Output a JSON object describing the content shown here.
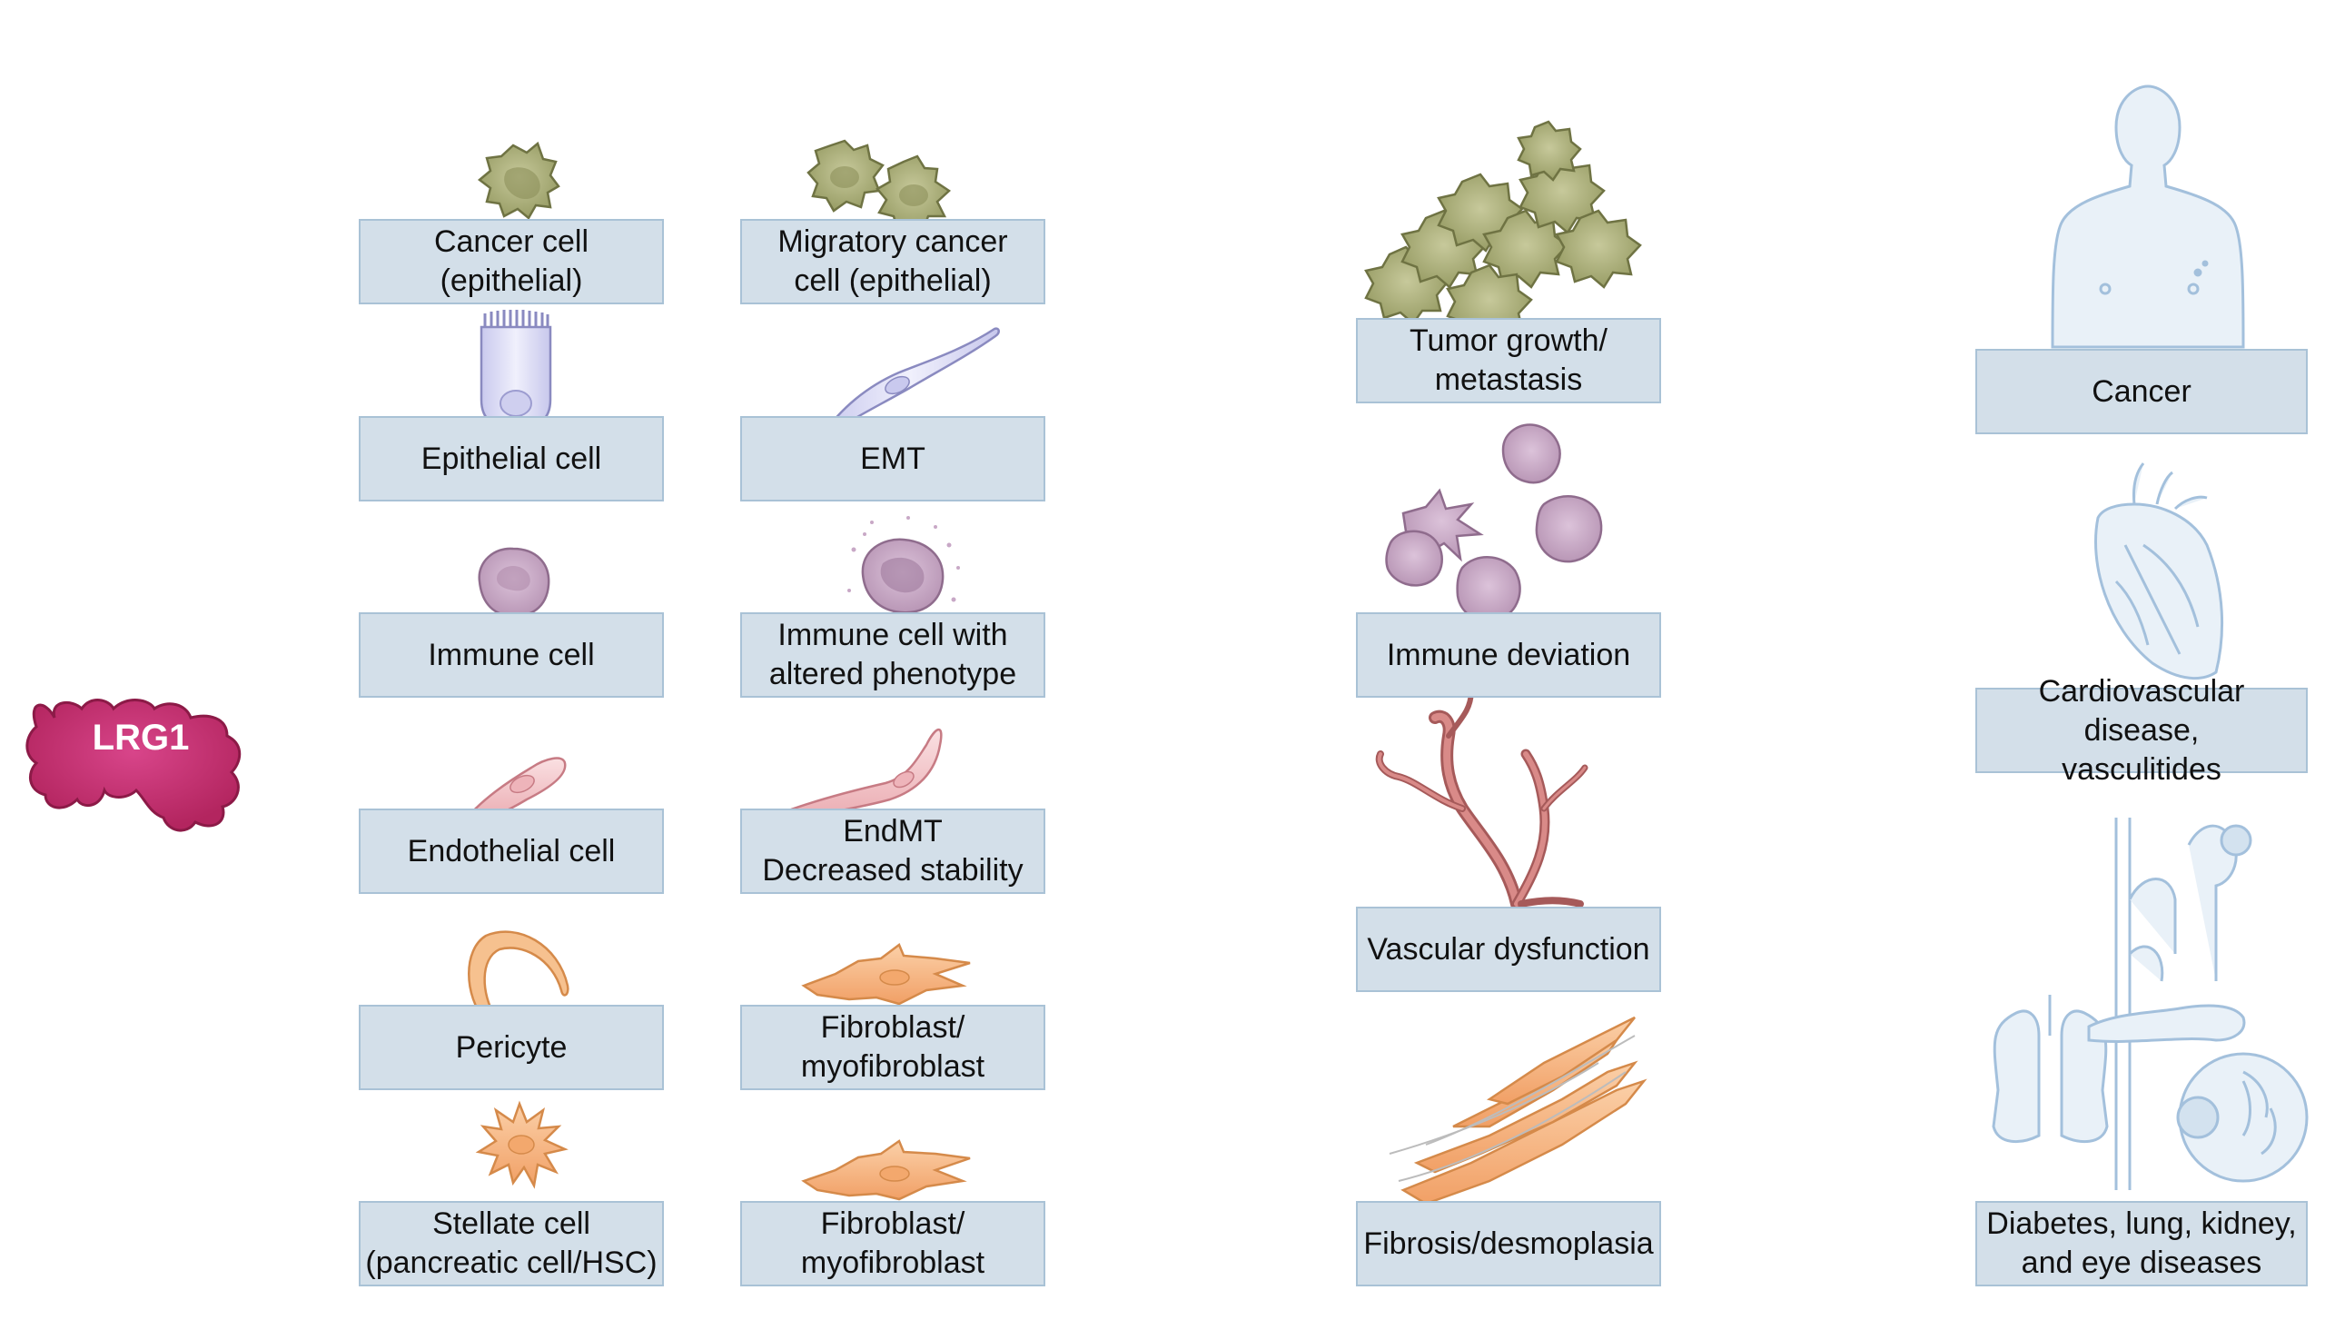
{
  "lrg1": {
    "label": "LRG1"
  },
  "column1": [
    {
      "label": "Cancer cell\n(epithelial)",
      "icon": "cancer-cell-icon"
    },
    {
      "label": "Epithelial cell",
      "icon": "epithelial-cell-icon"
    },
    {
      "label": "Immune cell",
      "icon": "immune-cell-icon"
    },
    {
      "label": "Endothelial cell",
      "icon": "endothelial-cell-icon"
    },
    {
      "label": "Pericyte",
      "icon": "pericyte-icon"
    },
    {
      "label": "Stellate cell\n(pancreatic cell/HSC)",
      "icon": "stellate-cell-icon"
    }
  ],
  "column2": [
    {
      "label": "Migratory cancer\ncell (epithelial)",
      "icon": "migratory-cancer-cells-icon"
    },
    {
      "label": "EMT",
      "icon": "emt-cell-icon"
    },
    {
      "label": "Immune cell with\naltered phenotype",
      "icon": "altered-immune-cell-icon"
    },
    {
      "label": "EndMT\nDecreased stability",
      "icon": "endmt-cell-icon"
    },
    {
      "label": "Fibroblast/\nmyofibroblast",
      "icon": "fibroblast-icon"
    },
    {
      "label": "Fibroblast/\nmyofibroblast",
      "icon": "fibroblast-icon"
    }
  ],
  "column3": [
    {
      "label": "Tumor growth/\nmetastasis",
      "icon": "tumor-cluster-icon"
    },
    {
      "label": "Immune deviation",
      "icon": "immune-cells-group-icon"
    },
    {
      "label": "Vascular dysfunction",
      "icon": "blood-vessel-icon"
    },
    {
      "label": "Fibrosis/desmoplasia",
      "icon": "fibroblast-bundle-icon"
    }
  ],
  "column4": [
    {
      "label": "Cancer",
      "icon": "human-torso-icon"
    },
    {
      "label": "Cardiovascular disease,\nvasculitides",
      "icon": "heart-icon"
    },
    {
      "label": "Diabetes, lung, kidney,\nand eye diseases",
      "icon": "organs-icon"
    }
  ],
  "colors": {
    "box_fill": "#d3dfe9",
    "box_border": "#a9c2d6",
    "lrg1": "#c9306f",
    "cancer_cell": "#a9ad7a",
    "immune_cell": "#c9a9c4",
    "epithelial_cell": "#dcdcf3",
    "endothelial_cell": "#f2c4c8",
    "fibroblast": "#f6b987",
    "organ_outline": "#a3c0dc"
  }
}
